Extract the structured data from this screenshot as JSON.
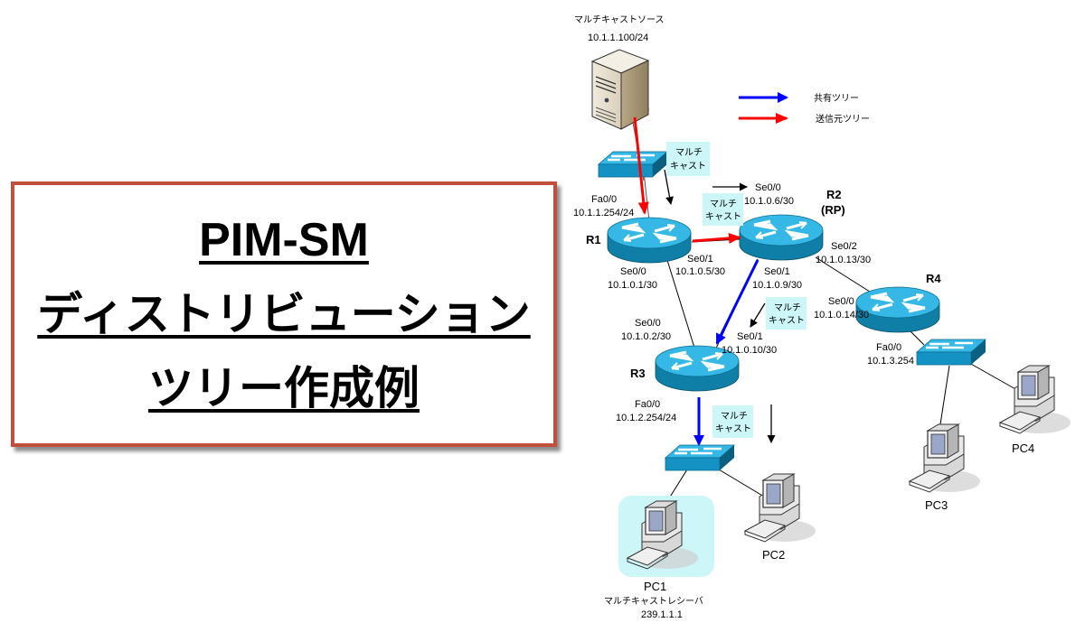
{
  "title": {
    "lines": [
      "PIM-SM",
      "ディストリビューション",
      "ツリー作成例"
    ]
  },
  "legend": {
    "shared_tree": {
      "label": "共有ツリー",
      "color": "#0000ff"
    },
    "source_tree": {
      "label": "送信元ツリー",
      "color": "#ff0000"
    }
  },
  "source": {
    "name": "マルチキャストソース",
    "ip": "10.1.1.100/24"
  },
  "multicast_note": "マルチ\nキャスト",
  "multicast_note_lines": [
    "マルチ",
    "キャスト"
  ],
  "routers": {
    "r1": {
      "name": "R1",
      "fa0_0": {
        "if": "Fa0/0",
        "ip": "10.1.1.254/24"
      },
      "se0_0": {
        "if": "Se0/0",
        "ip": "10.1.0.1/30"
      },
      "se0_1": {
        "if": "Se0/1",
        "ip": "10.1.0.5/30"
      }
    },
    "r2": {
      "name": "R2",
      "role": "(RP)",
      "se0_0": {
        "if": "Se0/0",
        "ip": "10.1.0.6/30"
      },
      "se0_1": {
        "if": "Se0/1",
        "ip": "10.1.0.9/30"
      },
      "se0_2": {
        "if": "Se0/2",
        "ip": "10.1.0.13/30"
      }
    },
    "r3": {
      "name": "R3",
      "se0_0": {
        "if": "Se0/0",
        "ip": "10.1.0.2/30"
      },
      "se0_1": {
        "if": "Se0/1",
        "ip": "10.1.0.10/30"
      },
      "fa0_0": {
        "if": "Fa0/0",
        "ip": "10.1.2.254/24"
      }
    },
    "r4": {
      "name": "R4",
      "se0_0": {
        "if": "Se0/0",
        "ip": "10.1.0.14/30"
      },
      "fa0_0": {
        "if": "Fa0/0",
        "ip": "10.1.3.254"
      }
    }
  },
  "pcs": {
    "pc1": {
      "name": "PC1",
      "role": "マルチキャストレシーバ",
      "group": "239.1.1.1"
    },
    "pc2": {
      "name": "PC2"
    },
    "pc3": {
      "name": "PC3"
    },
    "pc4": {
      "name": "PC4"
    }
  }
}
